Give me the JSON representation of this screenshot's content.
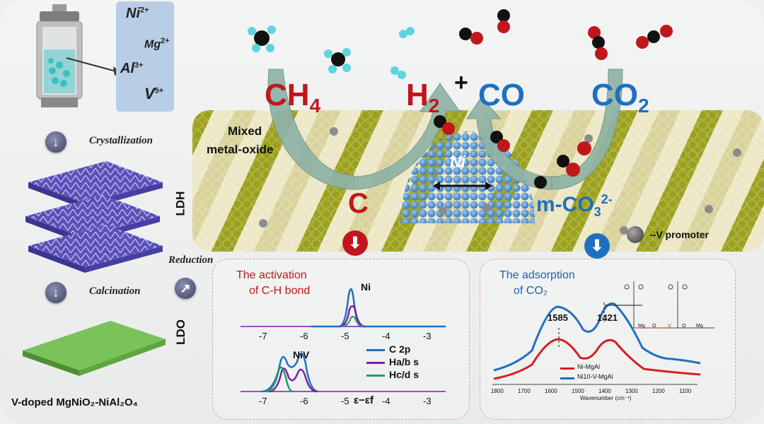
{
  "ions": {
    "ni": "Ni",
    "ni_charge": "2+",
    "mg": "Mg",
    "mg_charge": "2+",
    "al": "Al",
    "al_charge": "3+",
    "v": "V",
    "v_charge": "5+"
  },
  "steps": {
    "crystallization": "Crystallization",
    "reduction": "Reduction",
    "calcination": "Calcination"
  },
  "labels": {
    "ldh": "LDH",
    "ldo": "LDO",
    "product": "V-doped MgNiO₂-NiAl₂O₄",
    "mixed_oxide_1": "Mixed",
    "mixed_oxide_2": "metal-oxide",
    "ni_particle": "Ni",
    "v_promoter": "--V promoter"
  },
  "reaction": {
    "ch4": "CH",
    "ch4_sub": "4",
    "h2": "H",
    "h2_sub": "2",
    "plus": "+",
    "co": "CO",
    "co2": "CO",
    "co2_sub": "2",
    "carbon": "C",
    "mco3": "m-CO",
    "mco3_sub": "3",
    "mco3_sup": "2-"
  },
  "colors": {
    "red": "#c0171d",
    "blue": "#1f6fbf",
    "arrow_green": "#8fb3a6"
  },
  "left_panel": {
    "title_1": "The activation",
    "title_2": "of C-H bond",
    "top_curve_label": "Ni",
    "bottom_curve_label": "NiV",
    "x_ticks": [
      "-7",
      "-6",
      "-5",
      "-4",
      "-3"
    ],
    "x_axis_label": "ε−εf",
    "legend": [
      {
        "label": "C  2p",
        "color": "#1f6fbf"
      },
      {
        "label": "Ha/b s",
        "color": "#7a1fa2"
      },
      {
        "label": "Hc/d s",
        "color": "#1f9a6a"
      }
    ]
  },
  "right_panel": {
    "title_1": "The adsorption",
    "title_2": "of CO₂",
    "peak_1": "1585",
    "peak_2": "1421",
    "x_ticks": [
      "1800",
      "1700",
      "1600",
      "1500",
      "1400",
      "1300",
      "1200",
      "1100"
    ],
    "x_axis_label": "Wavenumber (cm⁻¹)",
    "legend": [
      {
        "label": "Ni-MgAl",
        "color": "#d42020"
      },
      {
        "label": "Ni10-V-MgAl",
        "color": "#1f6fbf"
      }
    ],
    "structure_labels": [
      "Mg",
      "O",
      "V",
      "O",
      "Mg"
    ]
  }
}
